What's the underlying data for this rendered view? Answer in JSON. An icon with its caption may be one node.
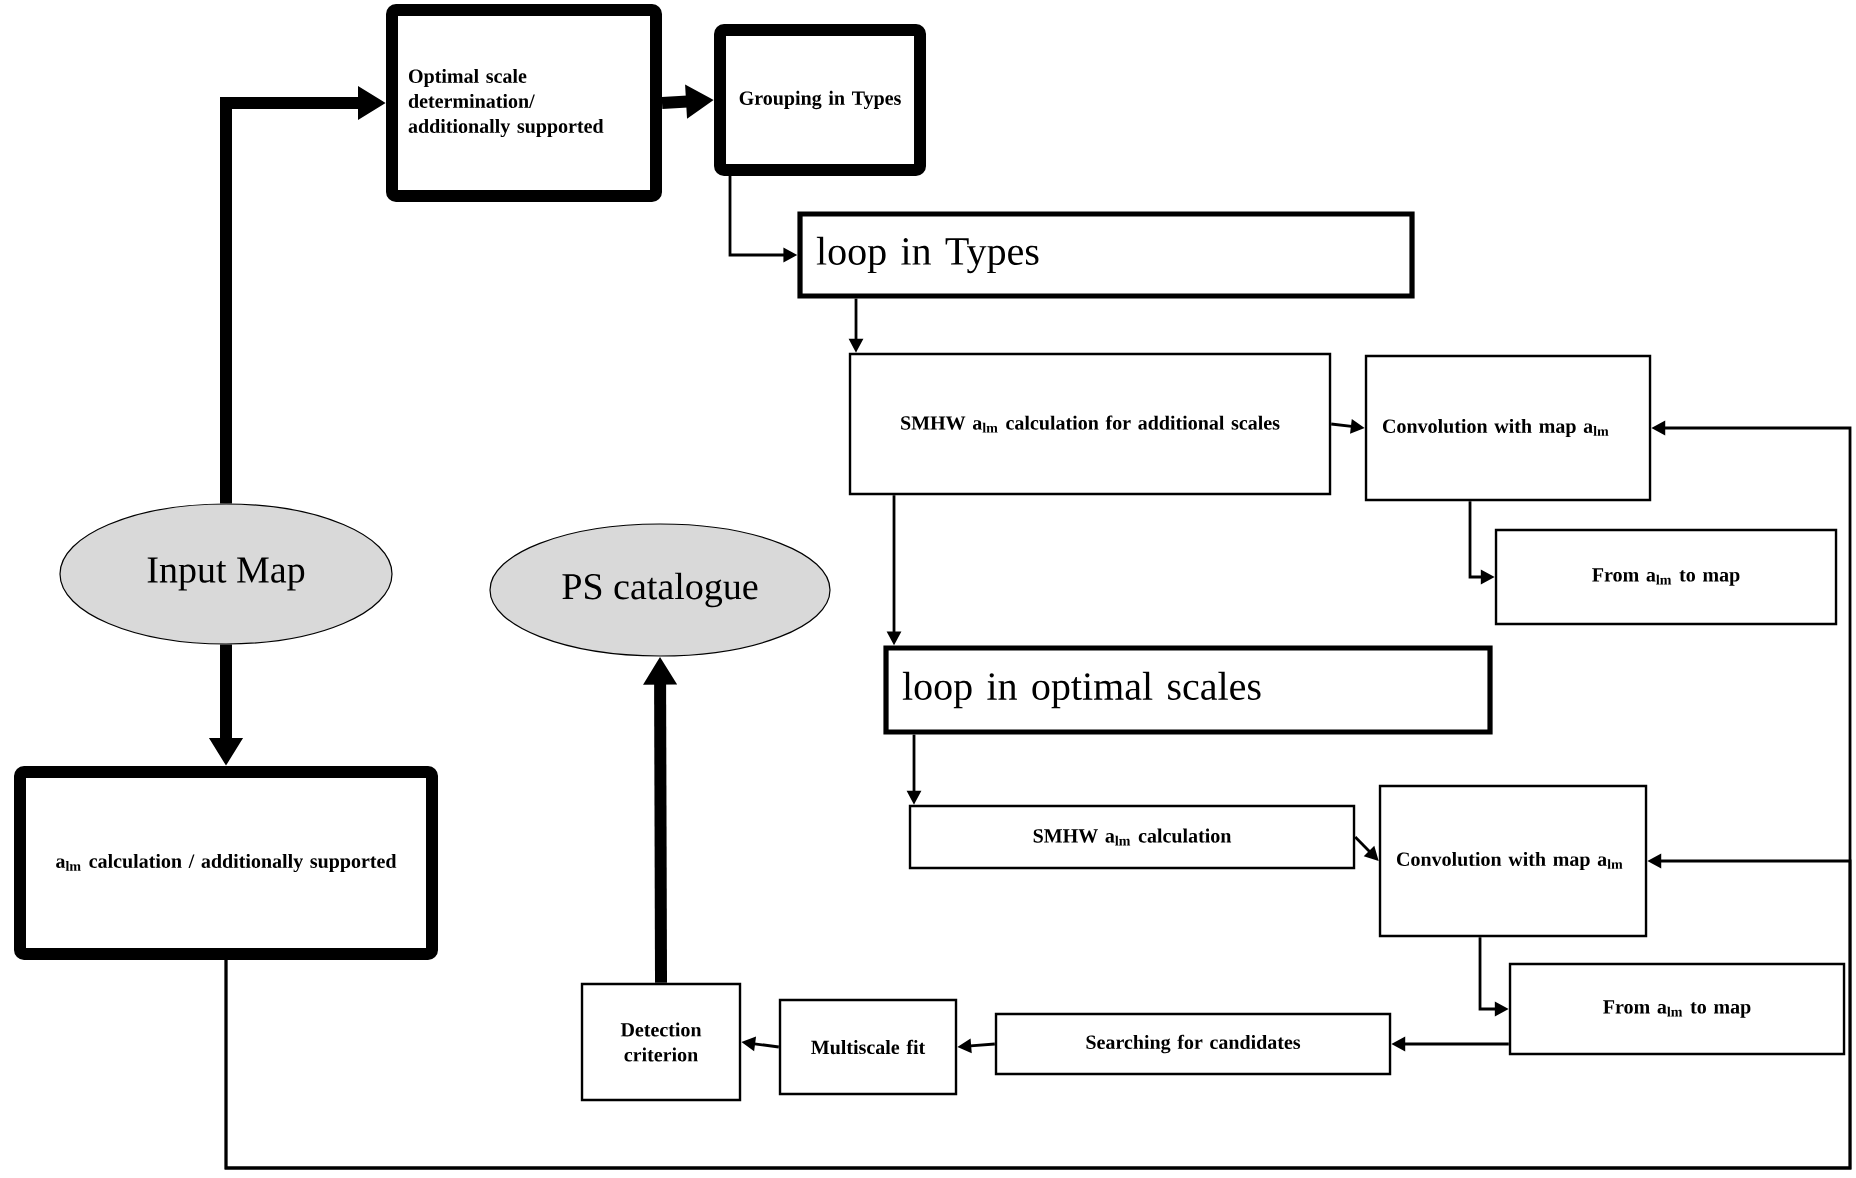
{
  "diagram": {
    "nodes": [
      {
        "text": [
          "Input Map"
        ]
      },
      {
        "text": [
          "Optimal scale determination/ additionally supported"
        ]
      },
      {
        "text": [
          "Grouping in Types"
        ]
      },
      {
        "text": [
          "loop in Types"
        ]
      },
      {
        "text": [
          "SMHW a$_{lm}$ calculation for additional scales"
        ]
      },
      {
        "text": [
          "Convolution with map a$_{lm}$"
        ]
      },
      {
        "text": [
          "From a$_{lm}$ to map"
        ]
      },
      {
        "text": [
          "PS catalogue"
        ]
      },
      {
        "text": [
          "loop in optimal scales"
        ]
      },
      {
        "text": [
          "a$_{lm}$ calculation / additionally supported"
        ]
      },
      {
        "text": [
          "SMHW a$_{lm}$ calculation"
        ]
      },
      {
        "text": [
          "Convolution with map a$_{lm}$"
        ]
      },
      {
        "text": [
          "From a$_{lm}$ to map"
        ]
      },
      {
        "text": [
          "Searching for candidates"
        ]
      },
      {
        "text": [
          "Multiscale fit"
        ]
      },
      {
        "text": [
          "Detection criterion"
        ]
      }
    ],
    "edges": [
      {
        "from": 0,
        "to": 1,
        "arrow": "to",
        "style": "thick"
      },
      {
        "from": 1,
        "to": 2,
        "arrow": "to",
        "style": "thick"
      },
      {
        "from": 2,
        "to": 3,
        "arrow": "to"
      },
      {
        "from": 3,
        "to": 4,
        "arrow": "to"
      },
      {
        "from": 4,
        "to": 5,
        "arrow": "to"
      },
      {
        "from": 5,
        "to": 6,
        "arrow": "to"
      },
      {
        "from": 4,
        "to": 8,
        "arrow": "to"
      },
      {
        "from": 8,
        "to": 10,
        "arrow": "to"
      },
      {
        "from": 10,
        "to": 11,
        "arrow": "to"
      },
      {
        "from": 11,
        "to": 12,
        "arrow": "to"
      },
      {
        "from": 12,
        "to": 13,
        "arrow": "to"
      },
      {
        "from": 13,
        "to": 14,
        "arrow": "to"
      },
      {
        "from": 14,
        "to": 15,
        "arrow": "to"
      },
      {
        "from": 15,
        "to": 7,
        "arrow": "to",
        "style": "thick"
      },
      {
        "from": 0,
        "to": 9,
        "arrow": "to",
        "style": "thick"
      },
      {
        "from": 9,
        "to": 5,
        "arrow": "to"
      },
      {
        "from": 9,
        "to": 11,
        "arrow": "to"
      }
    ]
  }
}
